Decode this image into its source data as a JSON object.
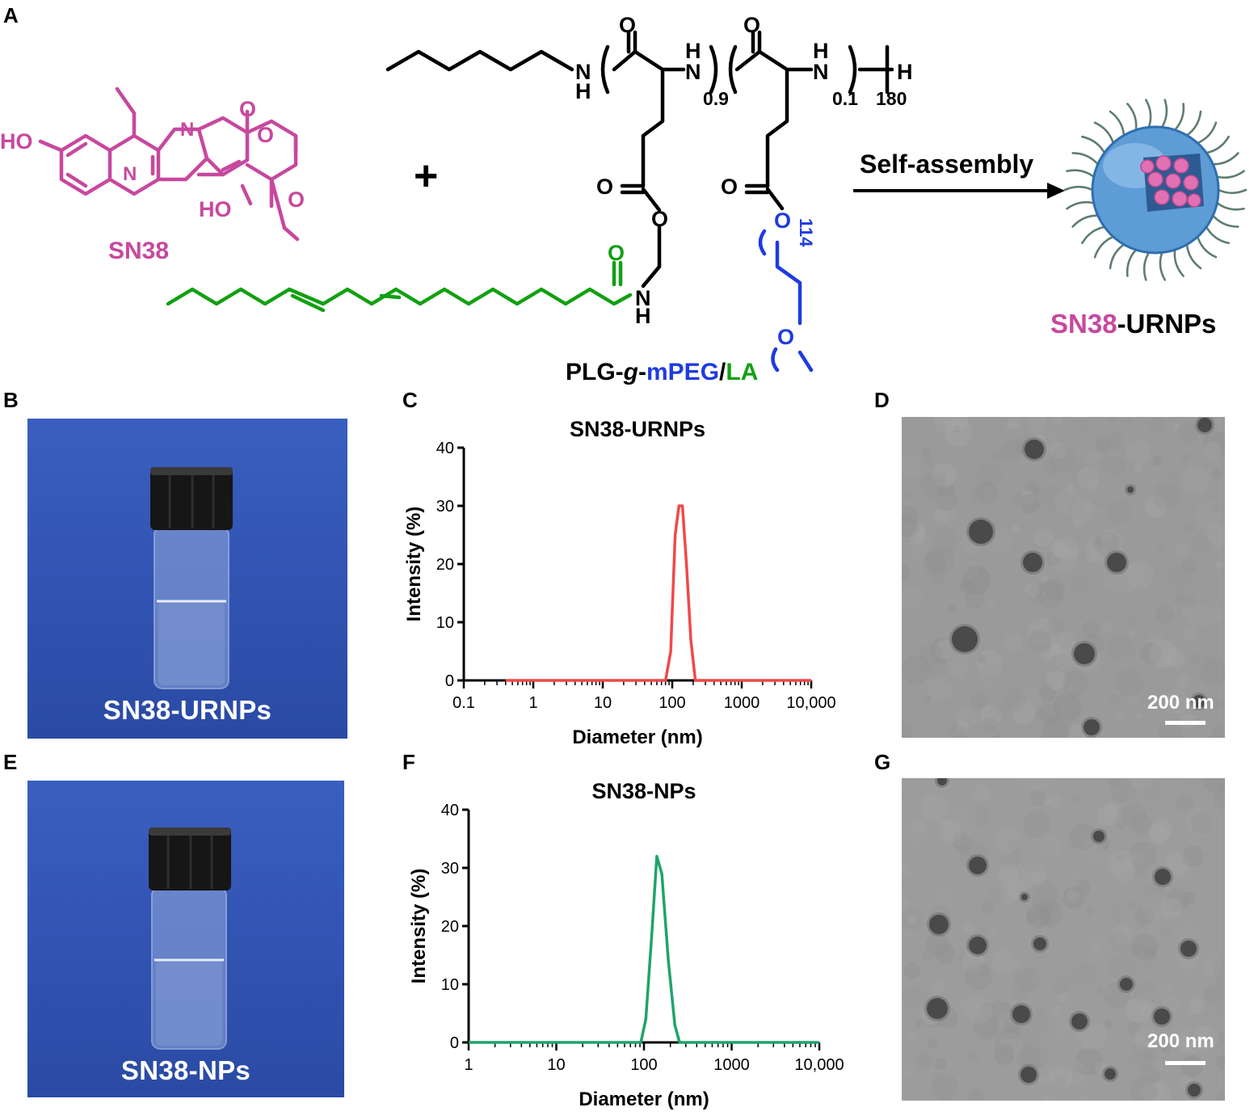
{
  "panels": {
    "a": "A",
    "b": "B",
    "c": "C",
    "d": "D",
    "e": "E",
    "f": "F",
    "g": "G"
  },
  "scheme": {
    "sn38_label": "SN38",
    "plus": "+",
    "arrow_label": "Self-assembly",
    "product_label_pink": "SN38",
    "product_label_black": "-URNPs",
    "polymer_name": {
      "p1": "PLG-",
      "p2": "g",
      "p3": "-",
      "p4": "mPEG",
      "p5": "/",
      "p6": "LA"
    },
    "atoms": {
      "HO_phenol": "HO",
      "HO_lactone": "HO",
      "O": "O",
      "N": "N",
      "NH": "N",
      "H": "H",
      "sub_09": "0.9",
      "sub_01": "0.1",
      "sub_180": "180",
      "sub_114": "114"
    },
    "colors": {
      "sn38": "#c7489e",
      "mpeg": "#1f3be0",
      "la": "#12a012"
    }
  },
  "photos": {
    "b_label": "SN38-URNPs",
    "e_label": "SN38-NPs"
  },
  "tem": {
    "d_scale": "200 nm",
    "g_scale": "200 nm"
  },
  "chart_data": [
    {
      "type": "line",
      "title": "SN38-URNPs",
      "xlabel": "Diameter (nm)",
      "ylabel": "Intensity (%)",
      "xscale": "log",
      "xlim": [
        0.1,
        10000
      ],
      "ylim": [
        0,
        40
      ],
      "xticks": [
        "0.1",
        "1",
        "10",
        "100",
        "1000",
        "10,000"
      ],
      "yticks": [
        "0",
        "10",
        "20",
        "30",
        "40"
      ],
      "color": "#f0484a",
      "series": [
        {
          "x": [
            0.4,
            80,
            95,
            110,
            125,
            140,
            160,
            185,
            215,
            10000
          ],
          "y": [
            0,
            0,
            5,
            25,
            30,
            30,
            20,
            7,
            0,
            0
          ]
        }
      ]
    },
    {
      "type": "line",
      "title": "SN38-NPs",
      "xlabel": "Diameter (nm)",
      "ylabel": "Intensity (%)",
      "xscale": "log",
      "xlim": [
        1,
        10000
      ],
      "ylim": [
        0,
        40
      ],
      "xticks": [
        "1",
        "10",
        "100",
        "1000",
        "10,000"
      ],
      "yticks": [
        "0",
        "10",
        "20",
        "30",
        "40"
      ],
      "color": "#1fa36b",
      "series": [
        {
          "x": [
            1,
            92,
            105,
            122,
            140,
            160,
            190,
            225,
            255,
            10000
          ],
          "y": [
            0,
            0,
            4,
            18,
            32,
            29,
            14,
            3,
            0,
            0
          ]
        }
      ]
    }
  ]
}
